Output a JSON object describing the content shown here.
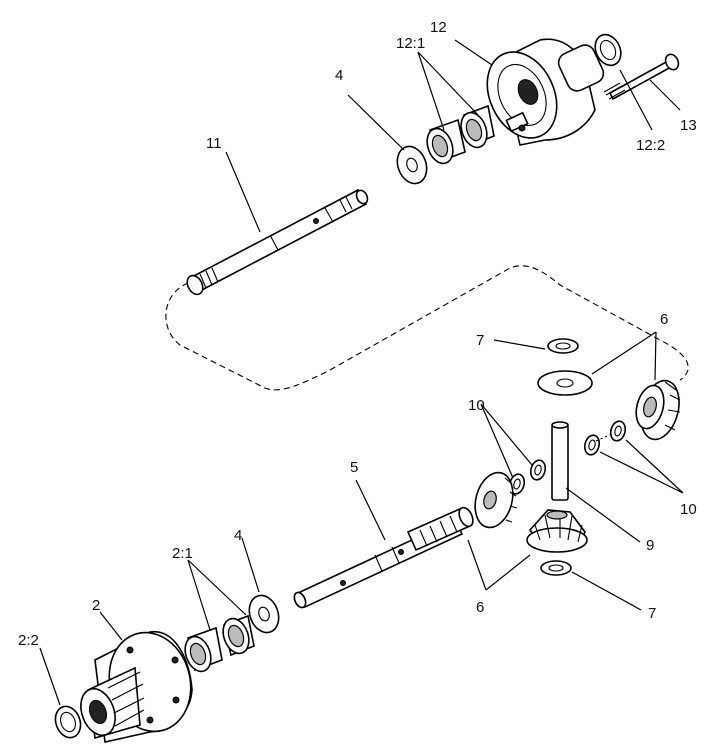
{
  "callouts": {
    "c_12_1": "12:1",
    "c_12": "12",
    "c_4_top": "4",
    "c_13": "13",
    "c_12_2": "12:2",
    "c_11": "11",
    "c_6_top": "6",
    "c_7_top": "7",
    "c_10_left": "10",
    "c_5": "5",
    "c_10_right": "10",
    "c_9": "9",
    "c_2_1": "2:1",
    "c_4_bottom": "4",
    "c_2": "2",
    "c_6_bottom": "6",
    "c_7_bottom": "7",
    "c_2_2": "2:2"
  }
}
